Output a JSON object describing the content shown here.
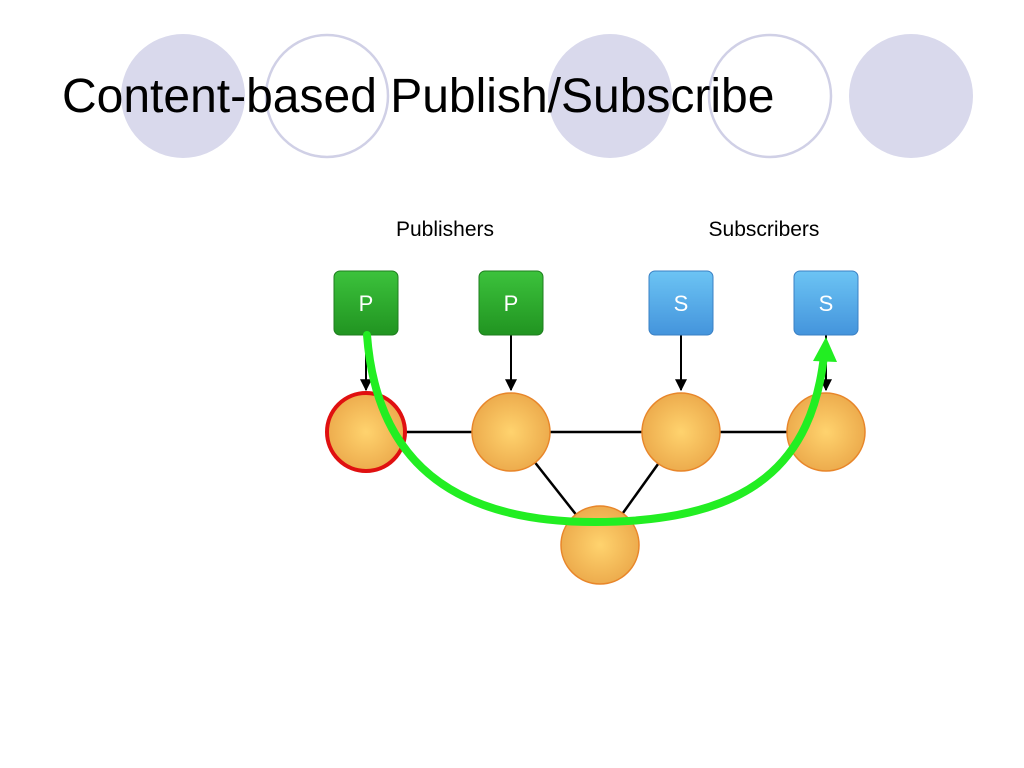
{
  "slide": {
    "title": "Content-based Publish/Subscribe"
  },
  "decoration": {
    "circles": [
      {
        "style": "filled"
      },
      {
        "style": "outline"
      },
      {
        "style": "filled"
      },
      {
        "style": "outline"
      },
      {
        "style": "filled"
      }
    ],
    "fill_color": "#d9d9ec",
    "outline_color": "#d0d0e6"
  },
  "diagram": {
    "labels": {
      "publishers": "Publishers",
      "subscribers": "Subscribers"
    },
    "clients": [
      {
        "id": "pub-1",
        "role": "publisher",
        "letter": "P"
      },
      {
        "id": "pub-2",
        "role": "publisher",
        "letter": "P"
      },
      {
        "id": "sub-1",
        "role": "subscriber",
        "letter": "S"
      },
      {
        "id": "sub-2",
        "role": "subscriber",
        "letter": "S"
      }
    ],
    "brokers": [
      {
        "id": "broker-1",
        "highlighted": true
      },
      {
        "id": "broker-2",
        "highlighted": false
      },
      {
        "id": "broker-3",
        "highlighted": false
      },
      {
        "id": "broker-4",
        "highlighted": false
      },
      {
        "id": "broker-5",
        "highlighted": false
      }
    ],
    "connections": [
      [
        "pub-1",
        "broker-1"
      ],
      [
        "pub-2",
        "broker-2"
      ],
      [
        "sub-1",
        "broker-3"
      ],
      [
        "sub-2",
        "broker-4"
      ],
      [
        "broker-1",
        "broker-2"
      ],
      [
        "broker-2",
        "broker-3"
      ],
      [
        "broker-3",
        "broker-4"
      ],
      [
        "broker-2",
        "broker-5"
      ],
      [
        "broker-3",
        "broker-5"
      ]
    ],
    "message_path": {
      "from": "pub-1",
      "to": "sub-2"
    },
    "colors": {
      "publisher": "#2eaa2e",
      "subscriber": "#5aaee8",
      "broker": "#f7c25a",
      "broker_border": "#e8862a",
      "highlight_border": "#e01010",
      "path": "#22ee22",
      "edge": "#000000"
    }
  }
}
